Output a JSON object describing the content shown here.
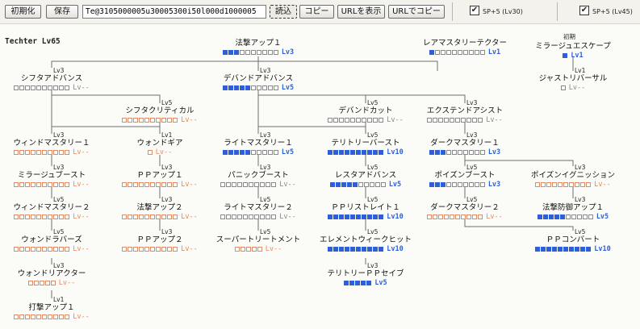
{
  "toolbar": {
    "reset_label": "初期化",
    "save_label": "保存",
    "code_value": "Te@3105000005u30005300i50l000d1000005",
    "load_label": "読込",
    "copy_label": "コピー",
    "show_url_label": "URLを表示",
    "copy_url_label": "URLでコピー",
    "sp30_label": "SP+5 (Lv30)",
    "sp30_checked": true,
    "sp45_label": "SP+5 (Lv45)",
    "sp45_checked": true
  },
  "tree_title": "Techter Lv65",
  "colors": {
    "active": "#2d5fd8",
    "locked": "#e08a66",
    "empty": "#8a8a8a"
  },
  "skills": [
    {
      "id": "ht1",
      "name": "法撃アップ１",
      "req": "",
      "level": 3,
      "max": 10,
      "state": "active"
    },
    {
      "id": "rm",
      "name": "レアマスタリーテクター",
      "req": "",
      "level": 1,
      "max": 10,
      "state": "active"
    },
    {
      "id": "me",
      "name": "ミラージュエスケープ",
      "req": "初期",
      "level": 1,
      "max": 1,
      "state": "active"
    },
    {
      "id": "sa",
      "name": "シフタアドバンス",
      "req": "Lv3",
      "level": 0,
      "max": 10,
      "state": "empty"
    },
    {
      "id": "da",
      "name": "デバンドアドバンス",
      "req": "Lv3",
      "level": 5,
      "max": 10,
      "state": "active"
    },
    {
      "id": "jr",
      "name": "ジャストリバーサル",
      "req": "Lv1",
      "level": 0,
      "max": 1,
      "state": "empty"
    },
    {
      "id": "sc",
      "name": "シフタクリティカル",
      "req": "Lv5",
      "level": 0,
      "max": 10,
      "state": "locked"
    },
    {
      "id": "dc",
      "name": "デバンドカット",
      "req": "Lv5",
      "level": 0,
      "max": 10,
      "state": "empty"
    },
    {
      "id": "ea",
      "name": "エクステンドアシスト",
      "req": "Lv3",
      "level": 0,
      "max": 10,
      "state": "empty"
    },
    {
      "id": "wm1",
      "name": "ウィンドマスタリー１",
      "req": "Lv3",
      "level": 0,
      "max": 10,
      "state": "locked"
    },
    {
      "id": "wg",
      "name": "ウォンドギア",
      "req": "Lv1",
      "level": 0,
      "max": 1,
      "state": "locked"
    },
    {
      "id": "lm1",
      "name": "ライトマスタリー１",
      "req": "Lv3",
      "level": 5,
      "max": 10,
      "state": "active"
    },
    {
      "id": "tb",
      "name": "テリトリーバースト",
      "req": "Lv5",
      "level": 10,
      "max": 10,
      "state": "active"
    },
    {
      "id": "dm1",
      "name": "ダークマスタリー１",
      "req": "Lv3",
      "level": 3,
      "max": 10,
      "state": "active"
    },
    {
      "id": "mb",
      "name": "ミラージュブースト",
      "req": "Lv3",
      "level": 0,
      "max": 10,
      "state": "locked"
    },
    {
      "id": "pp1",
      "name": "ＰＰアップ１",
      "req": "Lv3",
      "level": 0,
      "max": 10,
      "state": "locked"
    },
    {
      "id": "pb",
      "name": "パニックブースト",
      "req": "Lv3",
      "level": 0,
      "max": 10,
      "state": "empty"
    },
    {
      "id": "ra",
      "name": "レスタアドバンス",
      "req": "Lv5",
      "level": 5,
      "max": 10,
      "state": "active"
    },
    {
      "id": "pob",
      "name": "ポイズンブースト",
      "req": "Lv5",
      "level": 3,
      "max": 10,
      "state": "active"
    },
    {
      "id": "pi",
      "name": "ポイズンイグニッション",
      "req": "Lv3",
      "level": 0,
      "max": 10,
      "state": "locked"
    },
    {
      "id": "wm2",
      "name": "ウィンドマスタリー２",
      "req": "Lv5",
      "level": 0,
      "max": 10,
      "state": "locked"
    },
    {
      "id": "ht2",
      "name": "法撃アップ２",
      "req": "Lv3",
      "level": 0,
      "max": 10,
      "state": "locked"
    },
    {
      "id": "lm2",
      "name": "ライトマスタリー２",
      "req": "Lv5",
      "level": 0,
      "max": 10,
      "state": "empty"
    },
    {
      "id": "ppr",
      "name": "ＰＰリストレイト１",
      "req": "Lv5",
      "level": 10,
      "max": 10,
      "state": "active"
    },
    {
      "id": "dm2",
      "name": "ダークマスタリー２",
      "req": "Lv5",
      "level": 0,
      "max": 10,
      "state": "locked"
    },
    {
      "id": "hd",
      "name": "法撃防御アップ１",
      "req": "Lv3",
      "level": 5,
      "max": 10,
      "state": "active"
    },
    {
      "id": "wr",
      "name": "ウォンドラバーズ",
      "req": "Lv5",
      "level": 0,
      "max": 10,
      "state": "locked"
    },
    {
      "id": "pp2",
      "name": "ＰＰアップ２",
      "req": "Lv3",
      "level": 0,
      "max": 10,
      "state": "locked"
    },
    {
      "id": "st",
      "name": "スーパートリートメント",
      "req": "Lv5",
      "level": 0,
      "max": 5,
      "state": "locked"
    },
    {
      "id": "ew",
      "name": "エレメントウィークヒット",
      "req": "Lv5",
      "level": 10,
      "max": 10,
      "state": "active"
    },
    {
      "id": "ppc",
      "name": "ＰＰコンバート",
      "req": "Lv5",
      "level": 10,
      "max": 10,
      "state": "active"
    },
    {
      "id": "wra",
      "name": "ウォンドリアクター",
      "req": "Lv3",
      "level": 0,
      "max": 5,
      "state": "locked"
    },
    {
      "id": "tps",
      "name": "テリトリーＰＰセイブ",
      "req": "Lv3",
      "level": 5,
      "max": 5,
      "state": "active"
    },
    {
      "id": "da1",
      "name": "打撃アップ１",
      "req": "Lv1",
      "level": 0,
      "max": 10,
      "state": "locked"
    }
  ]
}
